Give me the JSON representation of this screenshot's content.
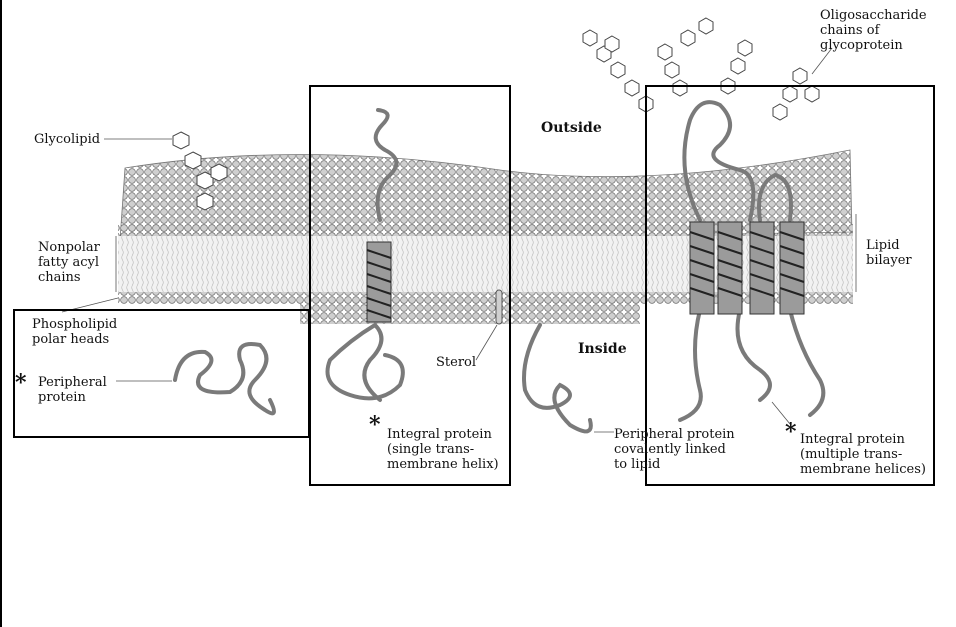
{
  "labels": {
    "oligosaccharide": "Oligosaccharide\nchains of\nglycoprotein",
    "glycolipid": "Glycolipid",
    "outside": "Outside",
    "inside": "Inside",
    "nonpolar": "Nonpolar\nfatty acyl\nchains",
    "lipid_bilayer": "Lipid\nbilayer",
    "phospholipid": "Phospholipid\npolar heads",
    "peripheral_protein": "Peripheral\nprotein",
    "sterol": "Sterol",
    "integral_single": "Integral protein\n(single trans-\nmembrane helix)",
    "peripheral_lipid": "Peripheral protein\ncovalently linked\nto lipid",
    "integral_multiple": "Integral protein\n(multiple trans-\nmembrane helices)"
  },
  "markers": {
    "asterisk": "*"
  },
  "colors": {
    "heads": "#c9c9c9",
    "tails": "#e9e9e9",
    "protein": "#8a8a8a",
    "line": "#222222"
  }
}
